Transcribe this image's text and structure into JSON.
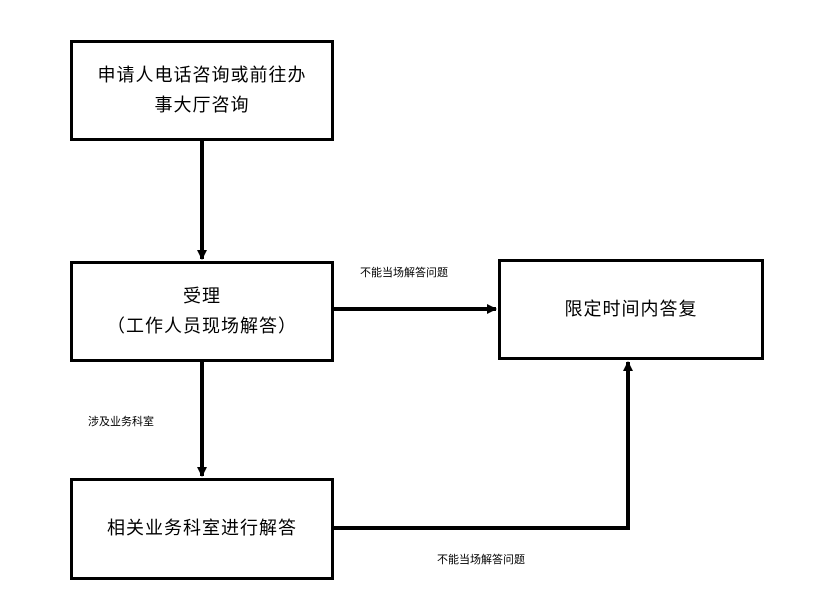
{
  "boxes": {
    "apply": {
      "line1": "申请人电话咨询或前往办",
      "line2": "事大厅咨询"
    },
    "accept": {
      "line1": "受理",
      "line2": "（工作人员现场解答）"
    },
    "dept": {
      "text": "相关业务科室进行解答"
    },
    "reply": {
      "text": "限定时间内答复"
    }
  },
  "edge_labels": {
    "accept_to_reply": "不能当场解答问题",
    "accept_to_dept": "涉及业务科室",
    "dept_to_reply": "不能当场解答问题"
  },
  "colors": {
    "line": "#000000",
    "background": "#ffffff"
  }
}
